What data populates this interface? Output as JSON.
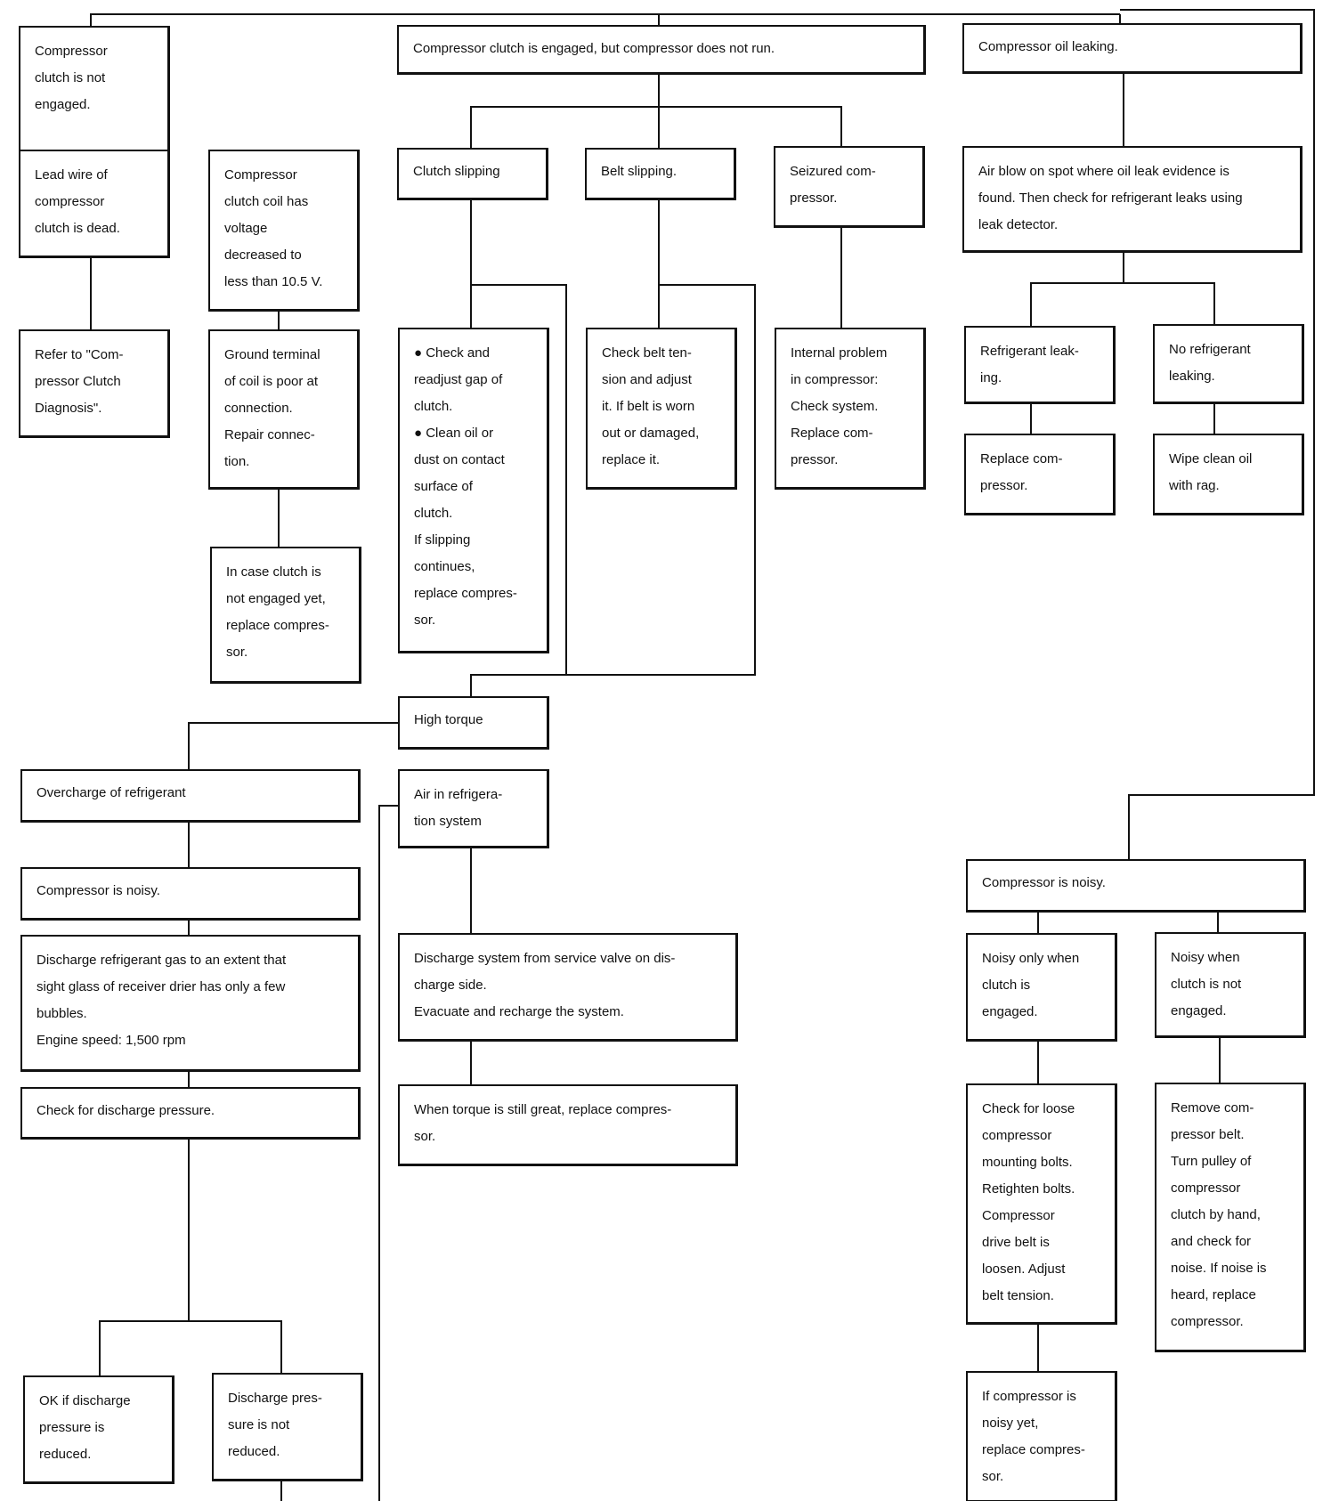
{
  "flowchart": {
    "clutch_not_engaged": "Compressor\nclutch is not\nengaged.",
    "lead_wire_dead": "Lead wire of\ncompressor\nclutch is dead.",
    "refer_diagnosis": "Refer to \"Com-\npressor Clutch\nDiagnosis\".",
    "coil_voltage": "Compressor\nclutch coil has\nvoltage\ndecreased to\nless than 10.5 V.",
    "ground_terminal": "Ground terminal\nof coil is poor at\nconnection.\nRepair connec-\ntion.",
    "clutch_not_engaged_yet": "In case clutch is\nnot engaged yet,\nreplace compres-\nsor.",
    "clutch_engaged_no_run": "Compressor clutch is engaged, but compressor does not run.",
    "clutch_slipping": "Clutch slipping",
    "belt_slipping": "Belt slipping.",
    "seizured": "Seizured com-\npressor.",
    "check_clutch_gap": "● Check and\n   readjust gap of\n   clutch.\n● Clean oil or\n   dust on contact\n   surface of\n   clutch.\nIf slipping\ncontinues,\nreplace compres-\nsor.",
    "check_belt": "Check belt ten-\nsion and adjust\nit. If belt is worn\nout or damaged,\nreplace it.",
    "internal_problem": "Internal problem\nin compressor:\nCheck system.\nReplace com-\npressor.",
    "high_torque": "High torque",
    "overcharge": "Overcharge of refrigerant",
    "noisy_left": "Compressor is noisy.",
    "discharge_gas": "Discharge refrigerant gas to an extent that\nsight glass of receiver drier has only a few\nbubbles.\nEngine speed: 1,500 rpm",
    "check_discharge_pressure": "Check for discharge pressure.",
    "ok_reduced": "OK if discharge\npressure is\nreduced.",
    "not_reduced": "Discharge pres-\nsure is not\nreduced.",
    "air_in_system": "Air in refrigera-\ntion system",
    "discharge_from_valve": "Discharge system from service valve on dis-\ncharge side.\nEvacuate and recharge the system.",
    "torque_still_great": "When torque is still great, replace compres-\nsor.",
    "oil_leaking": "Compressor oil leaking.",
    "air_blow": "Air blow on spot where oil leak evidence is\nfound. Then check for refrigerant leaks using\nleak detector.",
    "refrigerant_leaking": "Refrigerant leak-\ning.",
    "no_refrigerant_leaking": "No refrigerant\nleaking.",
    "replace_compressor": "Replace com-\npressor.",
    "wipe_oil": "Wipe clean oil\nwith rag.",
    "noisy_right": "Compressor is noisy.",
    "noisy_engaged": "Noisy only when\nclutch is\nengaged.",
    "noisy_not_engaged": "Noisy when\nclutch is not\nengaged.",
    "check_loose_bolts": "Check for loose\ncompressor\nmounting bolts.\nRetighten bolts.\nCompressor\ndrive belt is\nloosen. Adjust\nbelt tension.",
    "remove_belt": "Remove com-\npressor belt.\nTurn pulley of\ncompressor\nclutch by hand,\nand check for\nnoise. If noise is\nheard, replace\ncompressor.",
    "noisy_yet": "If compressor is\nnoisy yet,\nreplace compres-\nsor."
  }
}
